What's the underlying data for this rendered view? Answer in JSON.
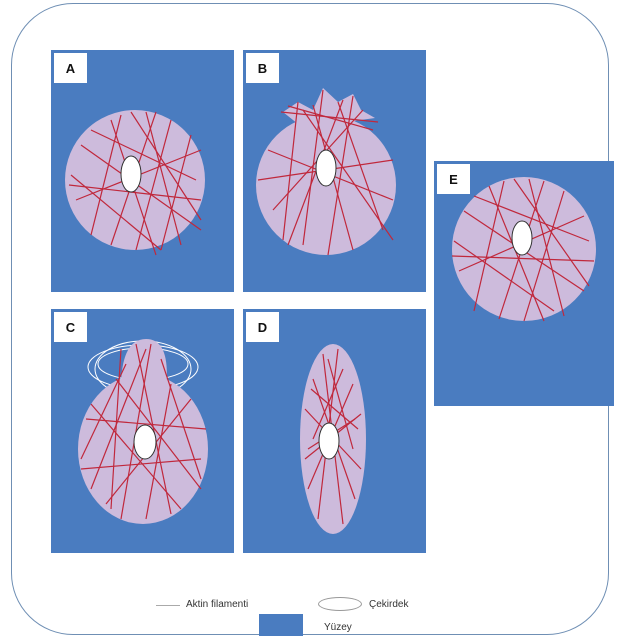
{
  "colors": {
    "surface": "#4a7cc0",
    "cell": "#cdbbdc",
    "actin": "#c0283c",
    "nucleus": "#ffffff",
    "frame": "#6f8fb4"
  },
  "panels": [
    {
      "id": "a",
      "label": "A"
    },
    {
      "id": "b",
      "label": "B"
    },
    {
      "id": "c",
      "label": "C"
    },
    {
      "id": "d",
      "label": "D"
    },
    {
      "id": "e",
      "label": "E"
    }
  ],
  "legend": {
    "actin_label": "Aktin filamenti",
    "nucleus_label": "Çekirdek",
    "surface_label": "Yüzey"
  }
}
